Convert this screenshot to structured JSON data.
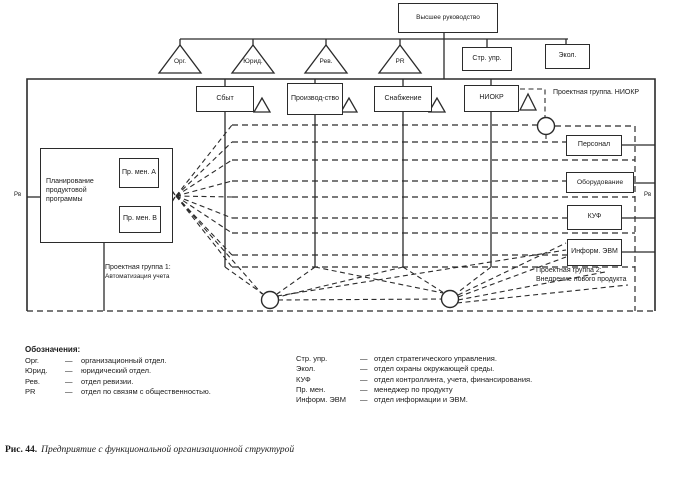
{
  "top": {
    "management": "Высшее руководство",
    "triangles": [
      {
        "label": "Орг."
      },
      {
        "label": "Юрид."
      },
      {
        "label": "Рев."
      },
      {
        "label": "PR"
      }
    ],
    "staff_boxes": [
      {
        "label": "Стр. упр."
      },
      {
        "label": "Экол."
      }
    ]
  },
  "departments": [
    {
      "label": "Сбыт"
    },
    {
      "label": "Производ-ство"
    },
    {
      "label": "Снабжение"
    },
    {
      "label": "НИОКР"
    }
  ],
  "services": [
    {
      "label": "Персонал"
    },
    {
      "label": "Оборудование"
    },
    {
      "label": "КУФ"
    },
    {
      "label": "Информ. ЭВМ"
    }
  ],
  "planning": {
    "label": "Планирование продуктовой программы",
    "manager_a": "Пр. мен. А",
    "manager_b": "Пр. мен. В"
  },
  "groups": {
    "niokr": "Проектная группа. НИОКР",
    "g1_title": "Проектная группа 1:",
    "g1_sub": "Автоматизация учета",
    "g2_title": "Проектная группа 2:",
    "g2_sub": "Внедрение нового продукта"
  },
  "edges": {
    "left": "Рв",
    "right": "Рв"
  },
  "legend": {
    "title": "Обозначения:",
    "dash": "—",
    "left": [
      {
        "abbr": "Орг.",
        "desc": "организационный отдел."
      },
      {
        "abbr": "Юрид.",
        "desc": "юридический отдел."
      },
      {
        "abbr": "Рев.",
        "desc": "отдел ревизии."
      },
      {
        "abbr": "PR",
        "desc": "отдел по связям с общественностью."
      }
    ],
    "right": [
      {
        "abbr": "Стр. упр.",
        "desc": "отдел стратегического управления."
      },
      {
        "abbr": "Экол.",
        "desc": "отдел охраны окружающей среды."
      },
      {
        "abbr": "КУФ",
        "desc": "отдел контроллинга, учета, финансирования."
      },
      {
        "abbr": "Пр. мен.",
        "desc": "менеджер по продукту"
      },
      {
        "abbr": "Информ. ЭВМ",
        "desc": "отдел информации и ЭВМ."
      }
    ]
  },
  "caption": {
    "label": "Рис. 44.",
    "text": "Предприятие с функциональной организационной структурой"
  }
}
